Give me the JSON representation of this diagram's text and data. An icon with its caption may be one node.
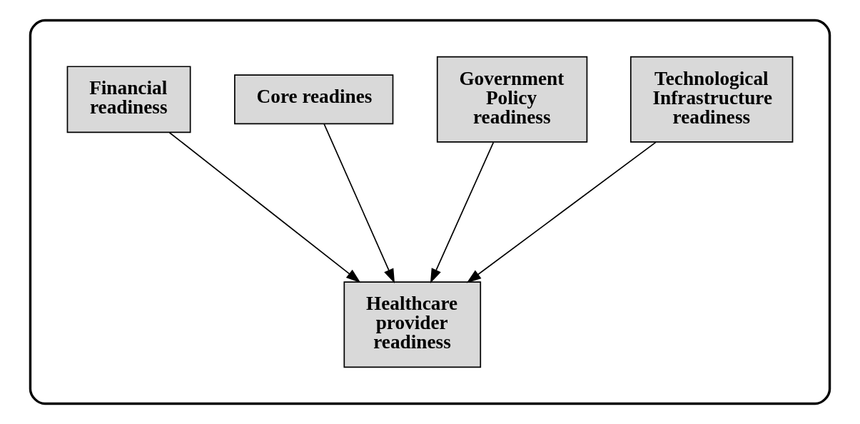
{
  "diagram": {
    "nodes": [
      {
        "text": [],
        "shape": "box"
      },
      {
        "text": [
          "Technological Infrastructure readiness"
        ],
        "in": 0
      },
      {
        "text": [
          "Government Policy readiness"
        ],
        "in": 0
      },
      {
        "text": [
          "Core readines"
        ],
        "in": 0
      },
      {
        "text": [
          "Financial readiness"
        ],
        "in": 0
      },
      {
        "text": [
          "Healthcare provider readiness"
        ],
        "in": 0
      }
    ],
    "edges": [
      {
        "from": 1,
        "to": 5,
        "arrow": "to"
      },
      {
        "from": 2,
        "to": 5,
        "arrow": "to"
      },
      {
        "from": 3,
        "to": 5,
        "arrow": "to"
      },
      {
        "from": 4,
        "to": 5,
        "arrow": "to"
      }
    ]
  }
}
